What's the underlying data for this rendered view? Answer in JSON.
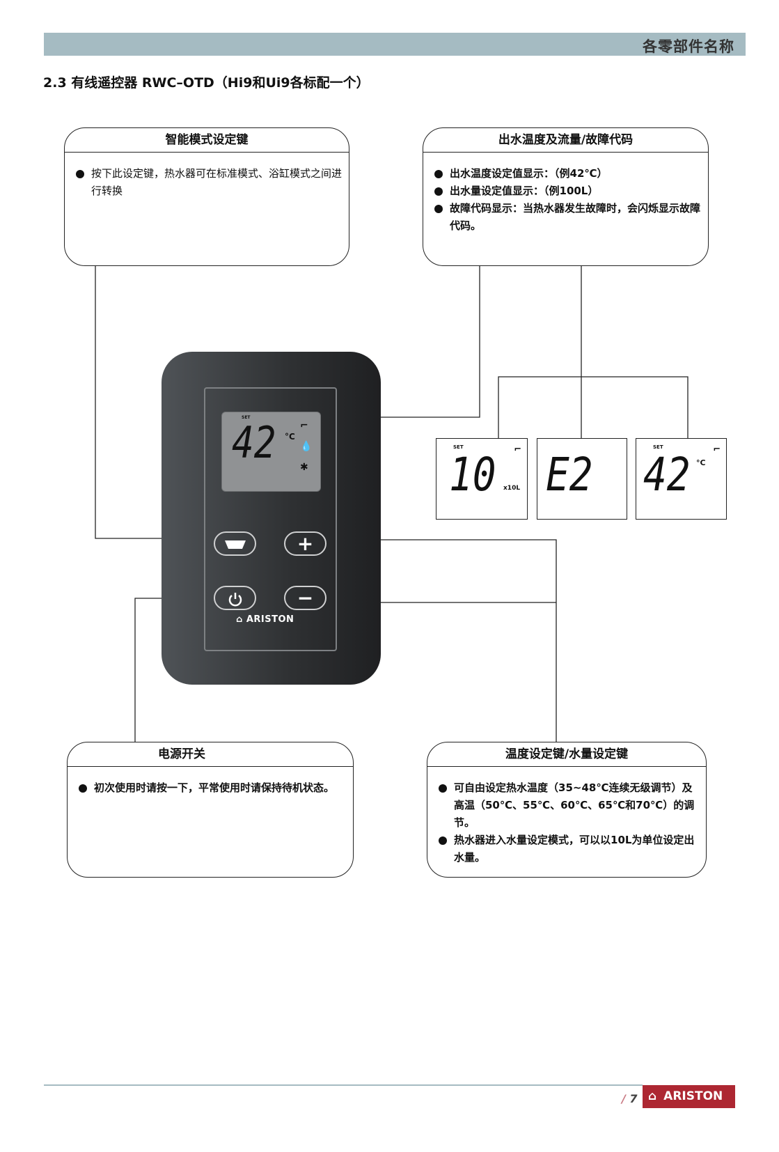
{
  "header": {
    "section": "各零部件名称"
  },
  "title": "2.3 有线遥控器 RWC–OTD（Hi9和Ui9各标配一个）",
  "callouts": {
    "mode_key": {
      "title": "智能模式设定键",
      "items": [
        "按下此设定键，热水器可在标准模式、浴缸模式之间进行转换"
      ]
    },
    "display": {
      "title": "出水温度及流量/故障代码",
      "items": [
        "出水温度设定值显示：（例42℃）",
        "出水量设定值显示：（例100L）",
        "故障代码显示：当热水器发生故障时，会闪烁显示故障代码。"
      ]
    },
    "power": {
      "title": "电源开关",
      "items": [
        "初次使用时请按一下，平常使用时请保持待机状态。"
      ]
    },
    "temp_key": {
      "title": "温度设定键/水量设定键",
      "items": [
        "可自由设定热水温度（35~48℃连续无级调节）及高温（50℃、55℃、60℃、65℃和70℃）的调节。",
        "热水器进入水量设定模式，可以以10L为单位设定出水量。"
      ]
    }
  },
  "remote": {
    "lcd": {
      "set": "SET",
      "value": "42",
      "unit": "°C"
    },
    "brand": "ARISTON",
    "buttons": {
      "plus": "+",
      "minus": "−"
    }
  },
  "examples": [
    {
      "set": "SET",
      "value": "10",
      "unit": "x10L"
    },
    {
      "set": "",
      "value": "E2",
      "unit": ""
    },
    {
      "set": "SET",
      "value": "42",
      "unit": "°C"
    }
  ],
  "footer": {
    "page": "7",
    "brand": "ARISTON"
  }
}
